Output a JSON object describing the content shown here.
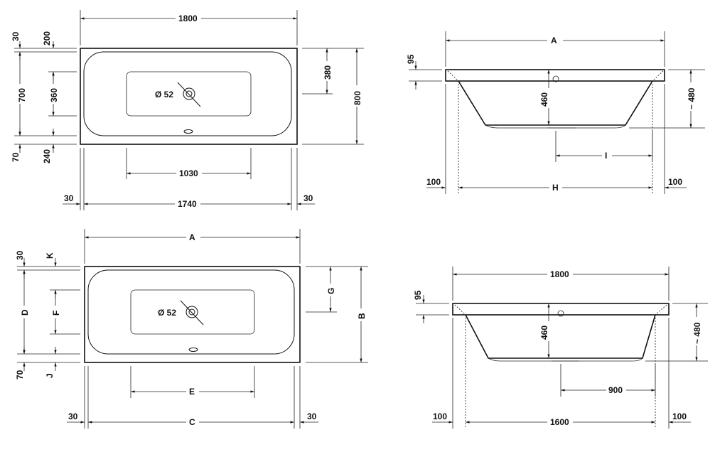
{
  "views": {
    "top_plan": {
      "overall_length": "1800",
      "inner_length": "1740",
      "left_offset": "30",
      "right_offset": "30",
      "overall_width": "800",
      "drain_offset": "380",
      "top_edge": "30",
      "top_depth": "200",
      "inner_width": "700",
      "drain_zone": "360",
      "bottom_edge": "70",
      "bottom_depth": "240",
      "floor_length": "1030",
      "drain_diameter": "Ø 52"
    },
    "side_section": {
      "length": "A",
      "rim": "95",
      "depth": "460",
      "height": "~ 480",
      "left_overhang": "100",
      "right_overhang": "100",
      "base_length": "H",
      "drain_position": "I"
    },
    "generic_plan": {
      "overall_length": "A",
      "inner_length": "C",
      "left_offset": "30",
      "right_offset": "30",
      "overall_width": "B",
      "drain_offset": "G",
      "top_edge": "30",
      "top_depth": "K",
      "inner_width": "D",
      "drain_zone": "F",
      "bottom_edge": "70",
      "bottom_depth": "J",
      "floor_length": "E",
      "drain_diameter": "Ø 52"
    },
    "section_1800": {
      "length": "1800",
      "rim": "95",
      "depth": "460",
      "height": "~ 480",
      "left_overhang": "100",
      "right_overhang": "100",
      "base_length": "1600",
      "drain_position": "900"
    }
  }
}
